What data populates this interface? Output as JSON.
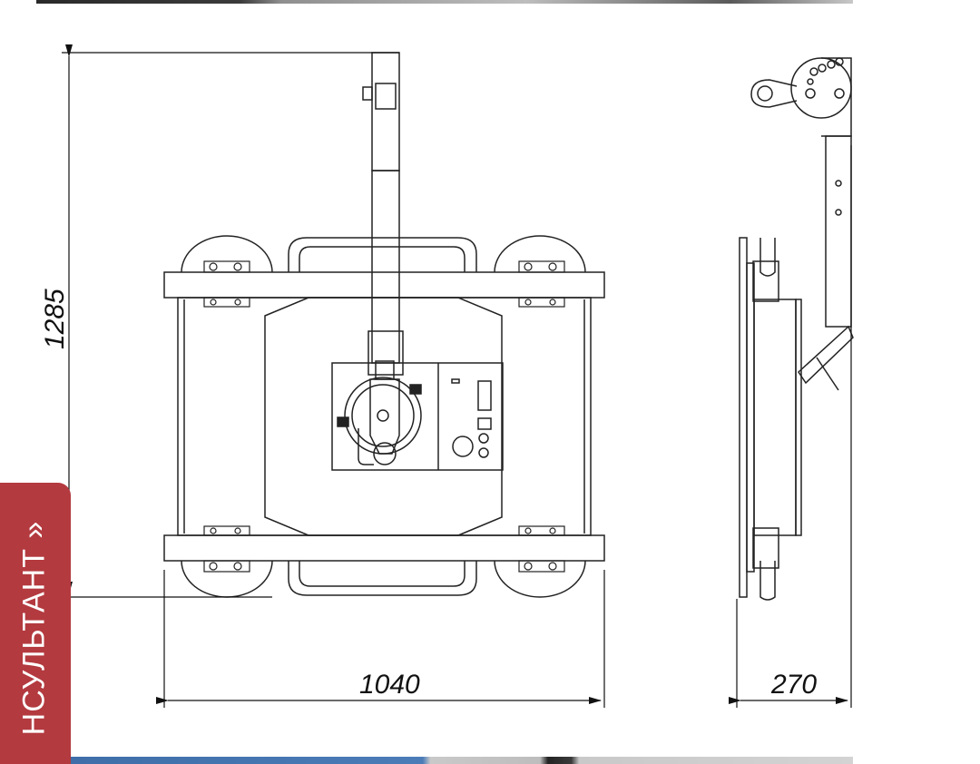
{
  "dimensions": {
    "height": "1285",
    "width": "1040",
    "depth": "270"
  },
  "consultant_tab": {
    "label": "НСУЛЬТАНТ »"
  }
}
